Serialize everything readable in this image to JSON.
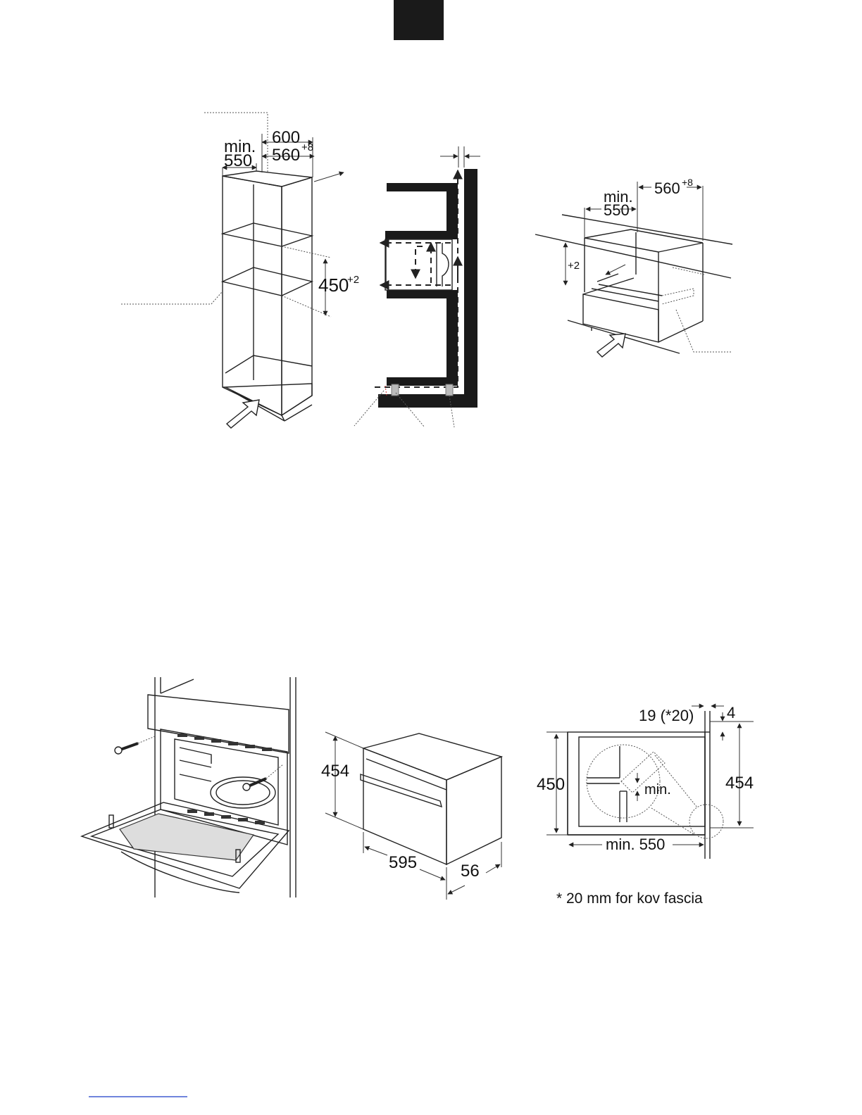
{
  "header": {
    "block_color": "#1a1a1a"
  },
  "fig_tall_cabinet": {
    "dim_600": "600",
    "dim_min": "min.",
    "dim_550": "550",
    "dim_560": "560",
    "dim_560_sup": "+8",
    "dim_450": "450",
    "dim_450_sup": "+2"
  },
  "fig_base_cabinet": {
    "dim_min": "min.",
    "dim_550": "550",
    "dim_560": "560",
    "dim_560_sup": "+8",
    "dim_plus2": "+2"
  },
  "fig_appliance": {
    "dim_454": "454",
    "dim_595": "595",
    "dim_56": "56"
  },
  "fig_section": {
    "dim_19": "19 (*20)",
    "dim_4": "4",
    "dim_450": "450",
    "dim_454": "454",
    "dim_min": "min.",
    "dim_min550": "min. 550",
    "footnote": "* 20 mm for kov fascia"
  },
  "footer": {
    "link_color": "#1a3cc8"
  }
}
